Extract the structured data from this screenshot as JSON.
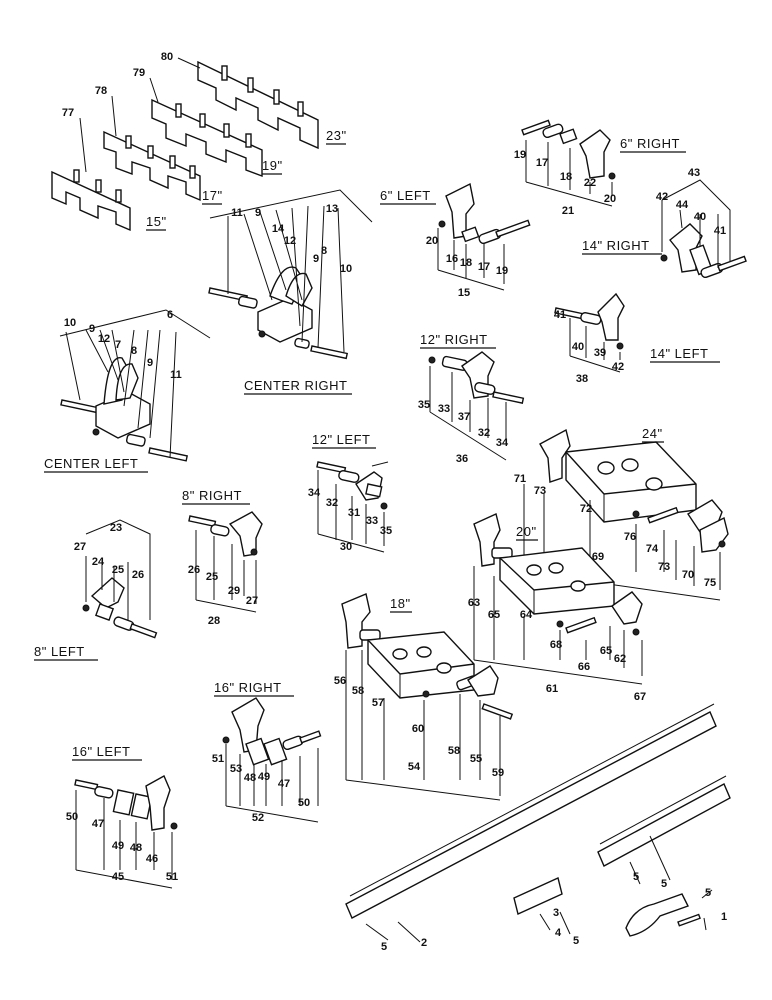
{
  "assemblies": {
    "paddle_23": "23\"",
    "paddle_19": "19\"",
    "paddle_17": "17\"",
    "paddle_15": "15\"",
    "center_right": "CENTER RIGHT",
    "center_left": "CENTER LEFT",
    "left_6": "6\" LEFT",
    "right_6": "6\" RIGHT",
    "right_14": "14\" RIGHT",
    "left_14": "14\" LEFT",
    "right_12": "12\" RIGHT",
    "left_12": "12\" LEFT",
    "bar_24": "24\"",
    "bar_20": "20\"",
    "bar_18": "18\"",
    "right_8": "8\" RIGHT",
    "left_8": "8\" LEFT",
    "right_16": "16\" RIGHT",
    "left_16": "16\" LEFT"
  },
  "callouts": [
    "80",
    "79",
    "78",
    "77",
    "13",
    "11",
    "9",
    "14",
    "12",
    "8",
    "9",
    "10",
    "6",
    "10",
    "9",
    "12",
    "7",
    "8",
    "9",
    "11",
    "20",
    "16",
    "18",
    "17",
    "19",
    "15",
    "19",
    "17",
    "18",
    "22",
    "20",
    "21",
    "43",
    "42",
    "44",
    "40",
    "41",
    "41",
    "40",
    "39",
    "42",
    "38",
    "35",
    "33",
    "37",
    "32",
    "34",
    "36",
    "34",
    "32",
    "31",
    "33",
    "35",
    "30",
    "71",
    "73",
    "72",
    "69",
    "76",
    "74",
    "73",
    "70",
    "75",
    "63",
    "65",
    "64",
    "68",
    "66",
    "65",
    "62",
    "67",
    "61",
    "56",
    "58",
    "57",
    "60",
    "58",
    "55",
    "59",
    "54",
    "23",
    "27",
    "24",
    "25",
    "26",
    "26",
    "25",
    "29",
    "27",
    "28",
    "51",
    "53",
    "48",
    "49",
    "47",
    "50",
    "52",
    "50",
    "47",
    "49",
    "48",
    "46",
    "51",
    "45",
    "5",
    "2",
    "5",
    "5",
    "3",
    "4",
    "5",
    "5",
    "1"
  ]
}
